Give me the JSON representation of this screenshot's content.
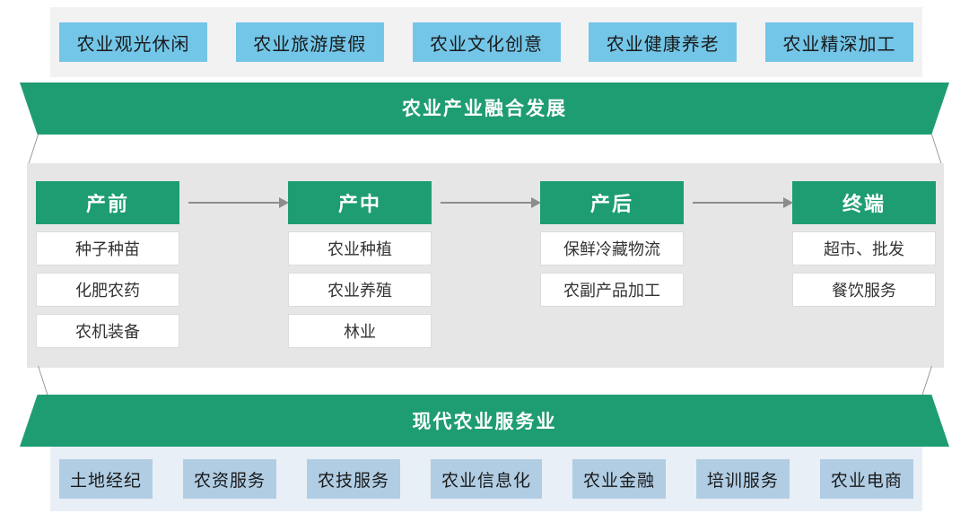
{
  "diagram": {
    "title_top_banner": "农业产业融合发展",
    "title_bottom_banner": "现代农业服务业",
    "top_chips": [
      {
        "label": "农业观光休闲"
      },
      {
        "label": "农业旅游度假"
      },
      {
        "label": "农业文化创意"
      },
      {
        "label": "农业健康养老"
      },
      {
        "label": "农业精深加工"
      }
    ],
    "stages": [
      {
        "head": "产前",
        "items": [
          {
            "label": "种子种苗"
          },
          {
            "label": "化肥农药"
          },
          {
            "label": "农机装备"
          }
        ]
      },
      {
        "head": "产中",
        "items": [
          {
            "label": "农业种植"
          },
          {
            "label": "农业养殖"
          },
          {
            "label": "林业"
          }
        ]
      },
      {
        "head": "产后",
        "items": [
          {
            "label": "保鲜冷藏物流"
          },
          {
            "label": "农副产品加工"
          }
        ]
      },
      {
        "head": "终端",
        "items": [
          {
            "label": "超市、批发"
          },
          {
            "label": "餐饮服务"
          }
        ]
      }
    ],
    "bottom_chips": [
      {
        "label": "土地经纪"
      },
      {
        "label": "农资服务"
      },
      {
        "label": "农技服务"
      },
      {
        "label": "农业信息化"
      },
      {
        "label": "农业金融"
      },
      {
        "label": "培训服务"
      },
      {
        "label": "农业电商"
      }
    ],
    "colors": {
      "green": "#1f9d72",
      "blue_top": "#73c6e8",
      "blue_bottom": "#b0cde4",
      "panel_gray": "#e6e6e6",
      "strip_gray": "#f2f2f2",
      "strip_blue_gray": "#e9eff6",
      "arrow_gray": "#8c8c8c"
    }
  }
}
